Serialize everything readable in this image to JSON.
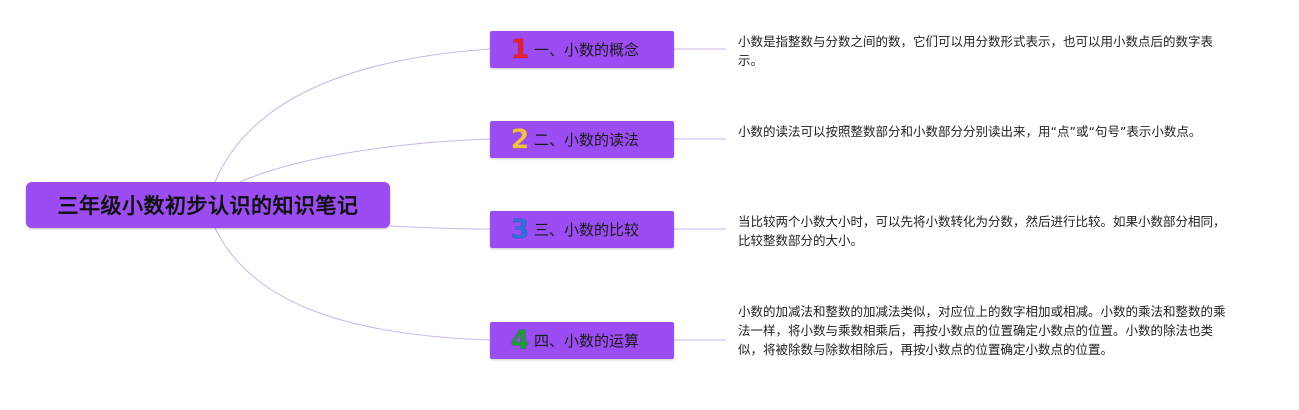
{
  "root": {
    "title": "三年级小数初步认识的知识笔记",
    "color": "#9b4cf3"
  },
  "branches": [
    {
      "number": "1",
      "number_color": "#e8202e",
      "label": "一、小数的概念",
      "description": "小数是指整数与分数之间的数，它们可以用分数形式表示，也可以用小数点后的数字表示。"
    },
    {
      "number": "2",
      "number_color": "#f5c04a",
      "label": "二、小数的读法",
      "description": "小数的读法可以按照整数部分和小数部分分别读出来，用“点”或“句号”表示小数点。"
    },
    {
      "number": "3",
      "number_color": "#2f6fe0",
      "label": "三、小数的比较",
      "description": "当比较两个小数大小时，可以先将小数转化为分数，然后进行比较。如果小数部分相同，比较整数部分的大小。"
    },
    {
      "number": "4",
      "number_color": "#1f9a3a",
      "label": "四、小数的运算",
      "description": "小数的加减法和整数的加减法类似，对应位上的数字相加或相减。小数的乘法和整数的乘法一样，将小数与乘数相乘后，再按小数点的位置确定小数点的位置。小数的除法也类似，将被除数与除数相除后，再按小数点的位置确定小数点的位置。"
    }
  ],
  "connector_color": "#c8b6ea"
}
